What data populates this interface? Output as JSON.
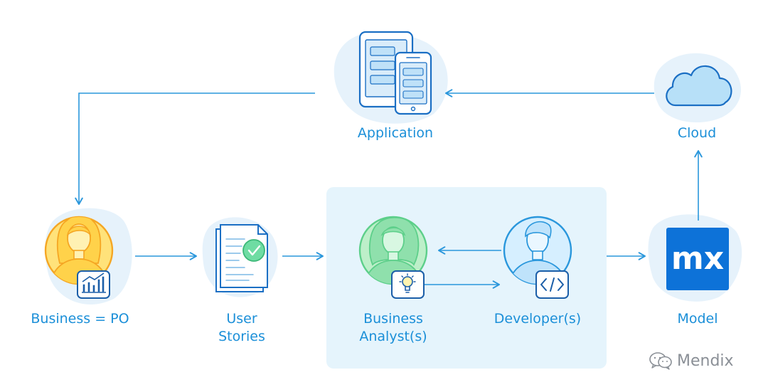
{
  "nodes": {
    "application": {
      "label": "Application"
    },
    "cloud": {
      "label": "Cloud"
    },
    "business_po": {
      "label": "Business = PO"
    },
    "user_stories": {
      "line1": "User",
      "line2": "Stories"
    },
    "business_analyst": {
      "line1": "Business",
      "line2": "Analyst(s)"
    },
    "developer": {
      "label": "Developer(s)"
    },
    "model": {
      "label": "Model",
      "logo_text": "mx"
    }
  },
  "watermark": {
    "text": "Mendix"
  },
  "colors": {
    "accent": "#1b8fd8",
    "line": "#2a97dc",
    "blob": "#e6f2fb",
    "team_panel": "#e5f4fc",
    "po_orange": "#f5a623",
    "po_fill": "#ffe27a",
    "analyst_green": "#5dcf8a",
    "analyst_fill": "#bdefc9",
    "developer_fill": "#d6efff",
    "logo_blue": "#0d72d8",
    "check_green": "#5ccf93"
  },
  "icons": {
    "application": "tablet-phone-icon",
    "cloud": "cloud-icon",
    "business_po": "businesswoman-avatar-icon",
    "po_badge": "bar-chart-icon",
    "user_stories": "document-check-icon",
    "business_analyst": "analyst-avatar-icon",
    "analyst_badge": "lightbulb-icon",
    "developer": "developer-avatar-icon",
    "developer_badge": "code-icon",
    "model": "mx-logo-icon",
    "watermark": "wechat-icon"
  }
}
